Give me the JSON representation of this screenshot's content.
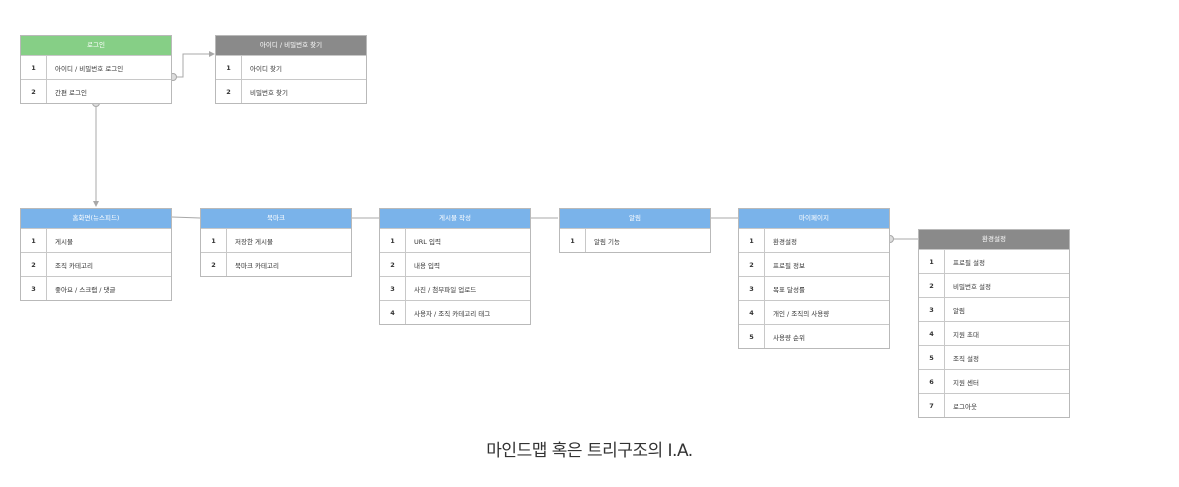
{
  "boxes": {
    "login": {
      "title": "로그인",
      "items": [
        "아이디 / 비밀번호 로그인",
        "간편 로그인"
      ]
    },
    "find": {
      "title": "아이디 / 비밀번호 찾기",
      "items": [
        "아이디 찾기",
        "비밀번호 찾기"
      ]
    },
    "home": {
      "title": "홈화면(뉴스피드)",
      "items": [
        "게시물",
        "조직 카테고리",
        "좋아요 / 스크랩 / 댓글"
      ]
    },
    "bookmark": {
      "title": "북마크",
      "items": [
        "저장한 게시물",
        "북마크 카테고리"
      ]
    },
    "write": {
      "title": "게시물 작성",
      "items": [
        "URL 입력",
        "내용 입력",
        "사진 / 첨부파일 업로드",
        "사용자 / 조직 카테고리 태그"
      ]
    },
    "alarm": {
      "title": "알림",
      "items": [
        "알림 기능"
      ]
    },
    "mypage": {
      "title": "마이페이지",
      "items": [
        "환경설정",
        "프로필 정보",
        "목표 달성률",
        "개인 / 조직의 사용량",
        "사용량 순위"
      ]
    },
    "settings": {
      "title": "환경설정",
      "items": [
        "프로필 설정",
        "비밀번호 설정",
        "알림",
        "지원 초대",
        "조직 설정",
        "지원 센터",
        "로그아웃"
      ]
    }
  },
  "caption": "마인드맵 혹은 트리구조의 I.A.",
  "colors": {
    "green": "#86cf86",
    "gray": "#8a8a8a",
    "blue": "#7ab3ea",
    "line": "#a8a8a8"
  }
}
